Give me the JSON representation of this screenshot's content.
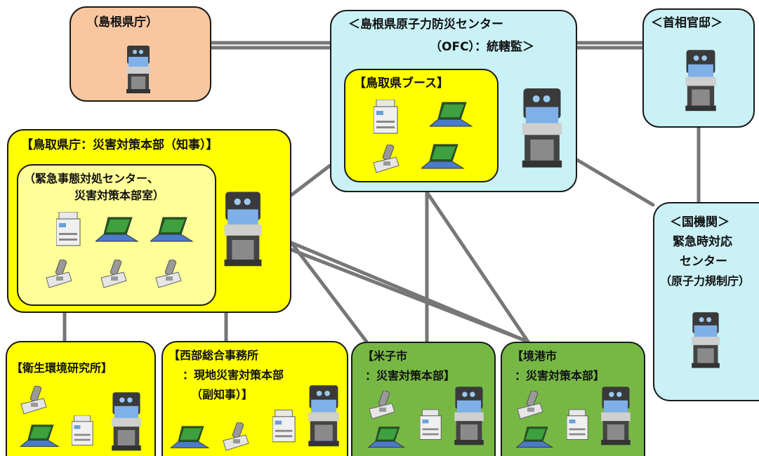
{
  "shimane_pref": {
    "label": "（島根県庁）"
  },
  "ofc": {
    "title_line1": "＜島根県原子力防災センター",
    "title_line2": "（OFC）：統轄監＞"
  },
  "tottori_booth": {
    "label": "【鳥取県ブース】"
  },
  "pm_office": {
    "label": "＜首相官邸＞"
  },
  "tottori_hq": {
    "title": "【鳥取県庁：災害対策本部（知事）】",
    "sub_line1": "（緊急事態対処センター、",
    "sub_line2": "災害対策本部室）"
  },
  "national": {
    "line1": "＜国機関＞",
    "line2": "緊急時対応",
    "line3": "センター",
    "line4": "（原子力規制庁）"
  },
  "health_lab": {
    "label": "【衛生環境研究所】"
  },
  "western": {
    "line1": "【西部総合事務所",
    "line2": "：現地災害対策本部",
    "line3": "（副知事）】"
  },
  "yonago": {
    "line1": "【米子市",
    "line2": "：災害対策本部】"
  },
  "sakaiminato": {
    "line1": "【境港市",
    "line2": "：災害対策本部】"
  },
  "colors": {
    "orange": "#f8c7a0",
    "cyan": "#c9f1f6",
    "yellow": "#ffff00",
    "light_yellow": "#ffff99",
    "green": "#77b845"
  },
  "icons": [
    "tv-conference-terminal-icon",
    "fax-machine-icon",
    "laptop-icon",
    "telephone-icon"
  ]
}
